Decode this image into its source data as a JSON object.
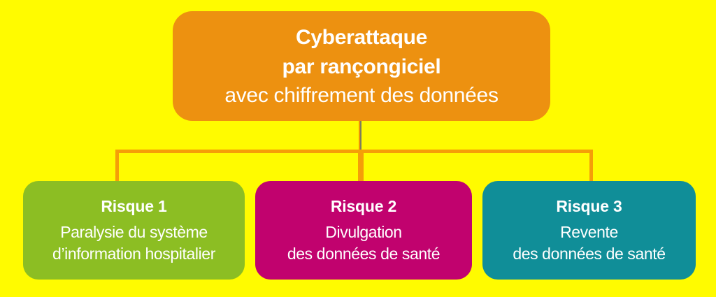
{
  "diagram": {
    "description": "Flowchart of cyberattack risks for hospital health data",
    "root": {
      "title_line1": "Cyberattaque",
      "title_line2": "par rançongiciel",
      "subtitle": "avec chiffrement des données",
      "color": "#ED9110",
      "text_color": "#FFFFFF"
    },
    "risks": [
      {
        "title": "Risque 1",
        "line1": "Paralysie du système",
        "line2": "d’information hospitalier",
        "color": "#8CBE23"
      },
      {
        "title": "Risque 2",
        "line1": "Divulgation",
        "line2": "des données de santé",
        "color": "#C1026E"
      },
      {
        "title": "Risque 3",
        "line1": "Revente",
        "line2": "des données de santé",
        "color": "#108E98"
      }
    ],
    "palette": {
      "background": "#FFFB00",
      "connector": "#F59E08",
      "stem_gradient": "linear-gradient(90deg, #EF9305 0 50%, #7D7D5E 50% 100%)"
    }
  }
}
